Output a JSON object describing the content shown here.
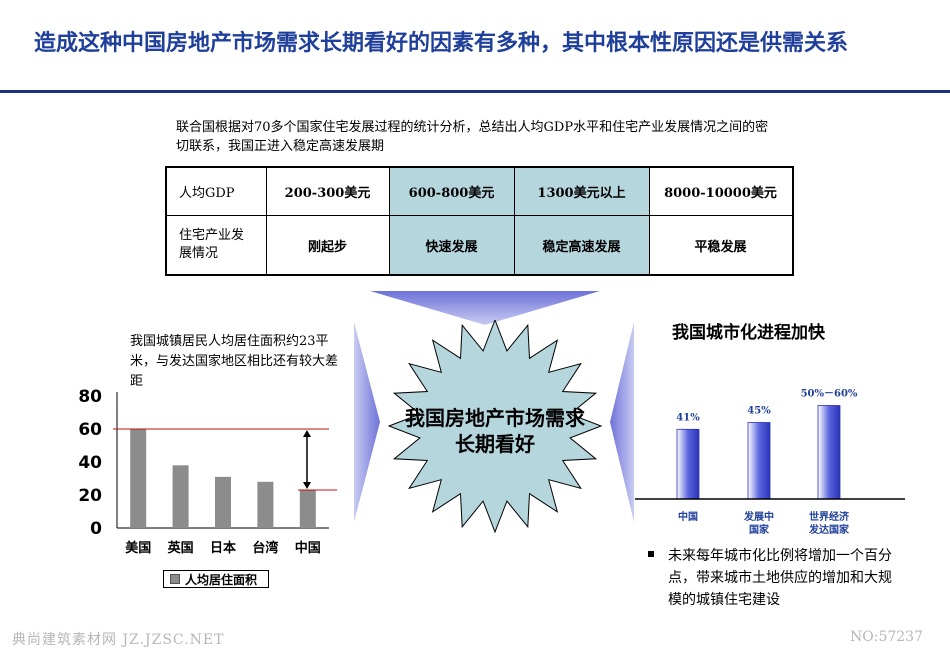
{
  "title": "造成这种中国房地产市场需求长期看好的因素有多种，其中根本性原因还是供需关系",
  "intro": "联合国根据对70多个国家住宅发展过程的统计分析，总结出人均GDP水平和住宅产业发展情况之间的密切联系，我国正进入稳定高速发展期",
  "table": {
    "row1": [
      "人均GDP",
      "200-300美元",
      "600-800美元",
      "1300美元以上",
      "8000-10000美元"
    ],
    "row2": [
      "住宅产业发展情况",
      "刚起步",
      "快速发展",
      "稳定高速发展",
      "平稳发展"
    ]
  },
  "left_note": "我国城镇居民人均居住面积约23平米，与发达国家地区相比还有较大差距",
  "center_text": "我国房地产市场需求长期看好",
  "right_title": "我国城市化进程加快",
  "right_bullet": "未来每年城市化比例将增加一个百分点，带来城市土地供应的增加和大规模的城镇住宅建设",
  "footer": {
    "left": "典尚建筑素材网 JZ.JZSC.NET",
    "right": "NO:57237"
  },
  "colors": {
    "title": "#1f3f9a",
    "highlight_cell": "#b6d6de",
    "bar_gray": "#8c8c8c",
    "star_fill": "#b6d6de",
    "blue_bar": "#3340c8"
  },
  "chart_data": [
    {
      "type": "bar",
      "categories": [
        "美国",
        "英国",
        "日本",
        "台湾",
        "中国"
      ],
      "series": [
        {
          "name": "人均居住面积",
          "values": [
            60,
            38,
            31,
            28,
            23
          ]
        }
      ],
      "yticks": [
        "0",
        "20",
        "40",
        "60",
        "80"
      ],
      "ylim": [
        0,
        80
      ],
      "annotations": [
        "reference line at 60",
        "reference line at 23"
      ]
    },
    {
      "type": "bar",
      "title": "我国城市化进程加快",
      "categories": [
        "中国",
        "发展中国家",
        "世界经济发达国家"
      ],
      "category_lines": [
        [
          "中国"
        ],
        [
          "发展中",
          "国家"
        ],
        [
          "世界经济",
          "发达国家"
        ]
      ],
      "values": [
        41,
        45,
        55
      ],
      "data_labels": [
        "41%",
        "45%",
        "50%－60%"
      ]
    }
  ]
}
